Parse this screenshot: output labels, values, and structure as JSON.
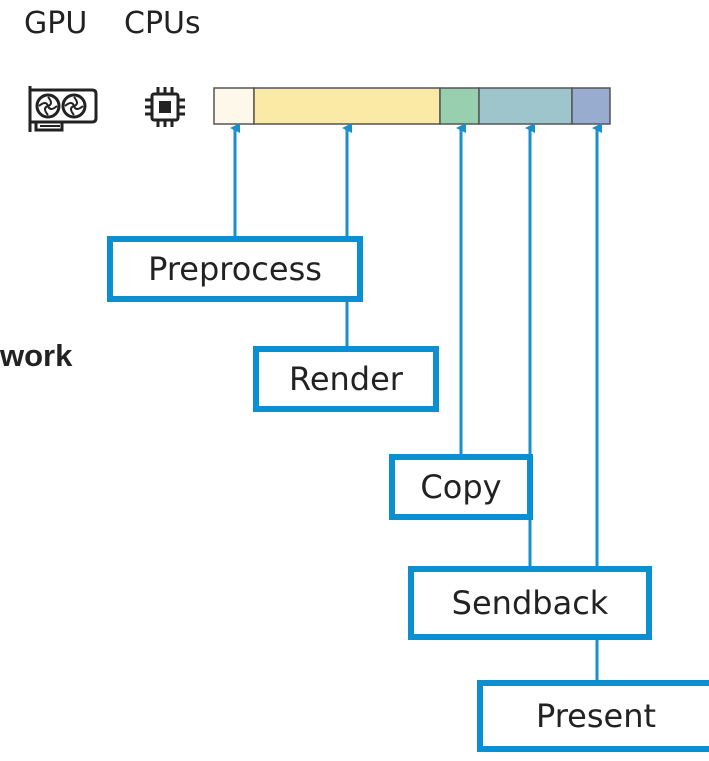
{
  "header": {
    "gpu_label": "GPU",
    "cpu_label": "CPUs"
  },
  "side_text": "work",
  "icons": {
    "gpu": "gpu-card-icon",
    "cpu": "cpu-chip-icon"
  },
  "timeline": {
    "segments": [
      {
        "name": "preprocess",
        "color": "#fdf8ea"
      },
      {
        "name": "render",
        "color": "#fbe9a6"
      },
      {
        "name": "copy",
        "color": "#98cfae"
      },
      {
        "name": "sendback",
        "color": "#9ec5cc"
      },
      {
        "name": "present",
        "color": "#98acd0"
      }
    ]
  },
  "stages": [
    {
      "label": "Preprocess"
    },
    {
      "label": "Render"
    },
    {
      "label": "Copy"
    },
    {
      "label": "Sendback"
    },
    {
      "label": "Present"
    }
  ],
  "colors": {
    "accent": "#0a8fd0",
    "arrow": "#1a8fc8"
  }
}
